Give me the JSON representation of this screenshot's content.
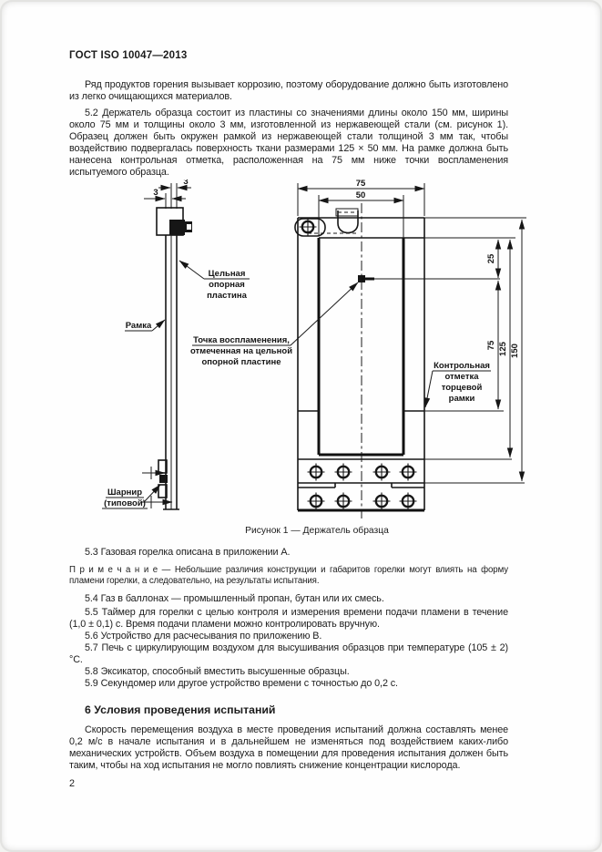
{
  "page": {
    "header_title": "ГОСТ ISO 10047—2013",
    "page_number": "2"
  },
  "body": {
    "p_intro": "Ряд продуктов горения вызывает коррозию, поэтому оборудование должно быть изготовлено из легко очищающихся материалов.",
    "p_5_2": "5.2 Держатель образца состоит из пластины со значениями длины около 150 мм, ширины около 75 мм и толщины около 3 мм, изготовленной из нержавеющей стали (см. рисунок 1). Образец должен быть окружен рамкой из нержавеющей стали толщиной 3 мм так, чтобы воздействию подвергалась поверхность ткани размерами 125 × 50 мм. На рамке должна быть нанесена контрольная отметка, расположенная на 75 мм ниже точки воспламенения испытуемого образца.",
    "p_5_3": "5.3 Газовая горелка описана в приложении А.",
    "note": "П р и м е ч а н и е — Небольшие различия конструкции и габаритов горелки могут влиять на форму пламени горелки, а следовательно, на результаты испытания.",
    "p_5_4": "5.4 Газ в баллонах — промышленный пропан, бутан или их смесь.",
    "p_5_5": "5.5 Таймер для горелки с целью контроля и измерения времени подачи пламени в течение (1,0 ± 0,1) с. Время подачи пламени можно контролировать вручную.",
    "p_5_6": "5.6 Устройство для расчесывания по приложению В.",
    "p_5_7": "5.7 Печь с циркулирующим воздухом для высушивания образцов при температуре (105 ± 2) °С.",
    "p_5_8": "5.8 Эксикатор, способный вместить высушенные образцы.",
    "p_5_9": "5.9 Секундомер или другое устройство времени с точностью до 0,2 с.",
    "section6_title": "6 Условия проведения испытаний",
    "p_6_intro": "Скорость перемещения воздуха в месте проведения испытаний должна составлять менее 0,2 м/с в начале испытания и в дальнейшем не изменяться под воздействием каких-либо механических устройств. Объем воздуха в помещении для проведения испытания должен быть таким, чтобы на ход испытания не могло повлиять снижение концентрации кислорода."
  },
  "figure": {
    "caption": "Рисунок 1 — Держатель образца",
    "labels": {
      "support_plate": [
        "Цельная",
        "опорная",
        "пластина"
      ],
      "frame": "Рамка",
      "ignition_point": [
        "Точка воспламенения,",
        "отмеченная на цельной",
        "опорной пластине"
      ],
      "control_mark": [
        "Контрольная",
        "отметка",
        "торцевой",
        "рамки"
      ],
      "hinge": [
        "Шарнир",
        "(типовой)"
      ]
    },
    "dims": {
      "t1": "3",
      "t2": "3",
      "w_outer": "75",
      "w_window": "50",
      "h25": "25",
      "h75": "75",
      "h125": "125",
      "h150": "150"
    }
  }
}
